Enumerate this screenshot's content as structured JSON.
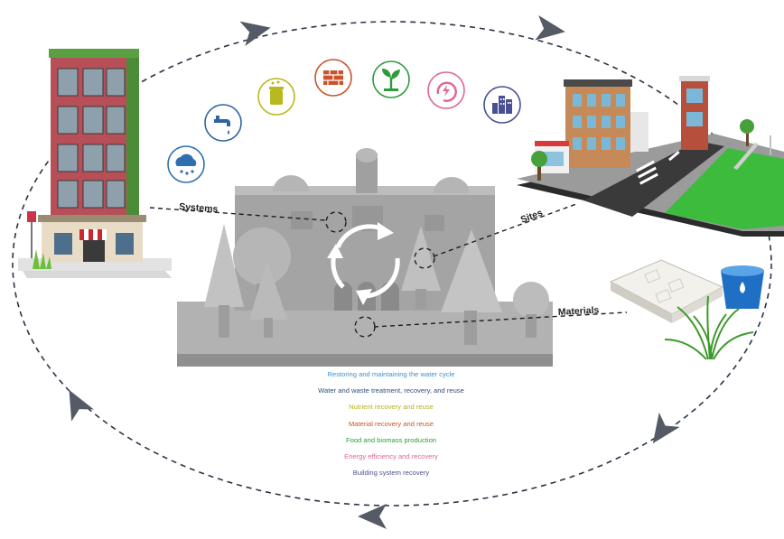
{
  "callouts": {
    "systems": "Systems",
    "sites": "Sites",
    "materials": "Materials"
  },
  "icons": [
    {
      "name": "rain-cloud-icon",
      "color": "#2f6fb0"
    },
    {
      "name": "water-tap-icon",
      "color": "#2e63a6"
    },
    {
      "name": "nutrient-jar-icon",
      "color": "#b9b81f"
    },
    {
      "name": "brick-wall-icon",
      "color": "#c9532b"
    },
    {
      "name": "seedling-icon",
      "color": "#2e9b39"
    },
    {
      "name": "energy-recovery-icon",
      "color": "#e0658f"
    },
    {
      "name": "buildings-icon",
      "color": "#4a4f93"
    }
  ],
  "legend": [
    {
      "text": "Restoring and maintaining the water cycle",
      "color": "#3d8fd0"
    },
    {
      "text": "Water and waste treatment, recovery, and reuse",
      "color": "#2f4f7a"
    },
    {
      "text": "Nutrient recovery and reuse",
      "color": "#b5b01c"
    },
    {
      "text": "Material recovery and reuse",
      "color": "#c9532b"
    },
    {
      "text": "Food and biomass production",
      "color": "#2e9b39"
    },
    {
      "text": "Energy efficiency and recovery",
      "color": "#e0658f"
    },
    {
      "text": "Building system recovery",
      "color": "#4a4f93"
    }
  ]
}
